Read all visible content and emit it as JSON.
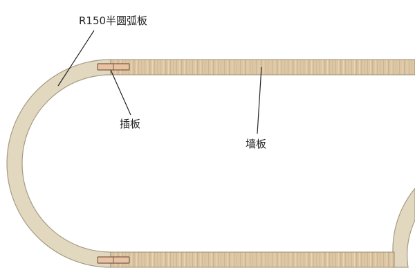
{
  "labels": {
    "arc_board": "R150半圆弧板",
    "insert_board": "插板",
    "wall_board": "墙板"
  },
  "colors": {
    "background": "#ffffff",
    "arc_fill": "#e2d7bf",
    "arc_edge": "#a59a82",
    "wall_fill": "#dcc6a3",
    "wall_grain": "#c3a985",
    "wall_edge": "#9d8e76",
    "insert_fill": "#e9c2a4",
    "insert_edge": "#7a5c45",
    "leader_line": "#222222",
    "label_text": "#222222"
  }
}
